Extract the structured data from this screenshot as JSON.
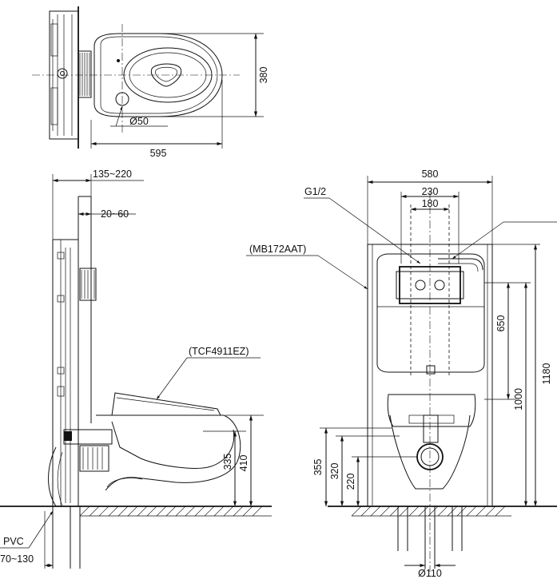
{
  "top_view": {
    "width_label": "595",
    "depth_label": "380",
    "outlet_label": "Ø50"
  },
  "side_view": {
    "depth_range_label": "135~220",
    "frame_depth_label": "20~60",
    "seat_model_label": "(TCF4911EZ)",
    "seat_height_label": "335",
    "rim_height_label": "410",
    "pvc_label": "PVC",
    "pvc_range_label": "70~130"
  },
  "front_view": {
    "frame_width_label": "580",
    "mount_width_label": "230",
    "bolt_spacing_label": "180",
    "supply_label": "G1/2",
    "frame_model_label": "(MB172AAT)",
    "cistern_height_label": "650",
    "frame_height_label": "1180",
    "bracket_height_label": "1000",
    "h355_label": "355",
    "h320_label": "320",
    "h220_label": "220",
    "drain_label": "Ø110"
  }
}
